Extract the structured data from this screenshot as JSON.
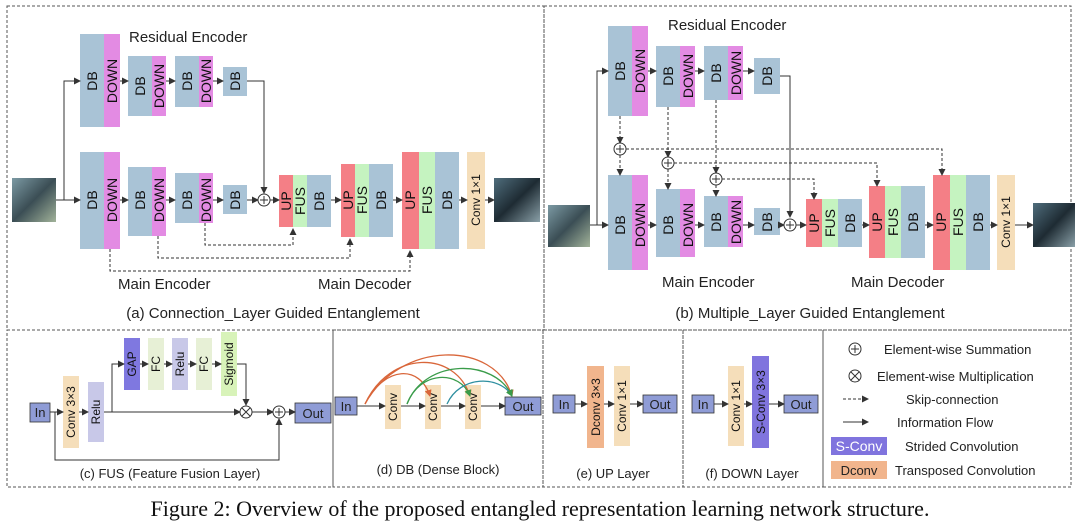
{
  "colors": {
    "db": "#a9c3d6",
    "down": "#e38be3",
    "up": "#f47f86",
    "fus": "#c5f3c0",
    "conv": "#f5deba",
    "in_out": "#8f9cd6",
    "gap": "#7f78e0",
    "relu": "#c8c8e8",
    "fc": "#e7f0d6",
    "sigmoid": "#d8f3b9",
    "dconv": "#f1b58d",
    "sconv": "#8074de"
  },
  "panel_a": {
    "residual_encoder": "Residual Encoder",
    "main_encoder": "Main Encoder",
    "main_decoder": "Main Decoder",
    "caption": "(a) Connection_Layer Guided Entanglement"
  },
  "panel_b": {
    "residual_encoder": "Residual Encoder",
    "main_encoder": "Main Encoder",
    "main_decoder": "Main Decoder",
    "caption": "(b) Multiple_Layer Guided Entanglement"
  },
  "blocks": {
    "db": "DB",
    "down": "DOWN",
    "up": "UP",
    "fus": "FUS",
    "conv1x1": "Conv 1×1"
  },
  "panel_c": {
    "in": "In",
    "conv3x3": "Conv 3×3",
    "relu": "Relu",
    "gap": "GAP",
    "fc": "FC",
    "sigmoid": "Sigmoid",
    "out": "Out",
    "caption": "(c) FUS (Feature Fusion Layer)"
  },
  "panel_d": {
    "in": "In",
    "conv": "Conv",
    "out": "Out",
    "caption": "(d) DB (Dense Block)"
  },
  "panel_e": {
    "in": "In",
    "dconv": "Dconv 3×3",
    "conv": "Conv 1×1",
    "out": "Out",
    "caption": "(e) UP Layer"
  },
  "panel_f": {
    "in": "In",
    "conv": "Conv 1×1",
    "sconv": "S-Conv 3×3",
    "out": "Out",
    "caption": "(f) DOWN Layer"
  },
  "legend": {
    "sum": "Element-wise Summation",
    "mult": "Element-wise Multiplication",
    "skip": "Skip-connection",
    "flow": "Information Flow",
    "sconv_tag": "S-Conv",
    "sconv": "Strided Convolution",
    "dconv_tag": "Dconv",
    "dconv": "Transposed Convolution"
  },
  "figure_caption": "Figure 2: Overview of the proposed entangled representation learning network structure."
}
